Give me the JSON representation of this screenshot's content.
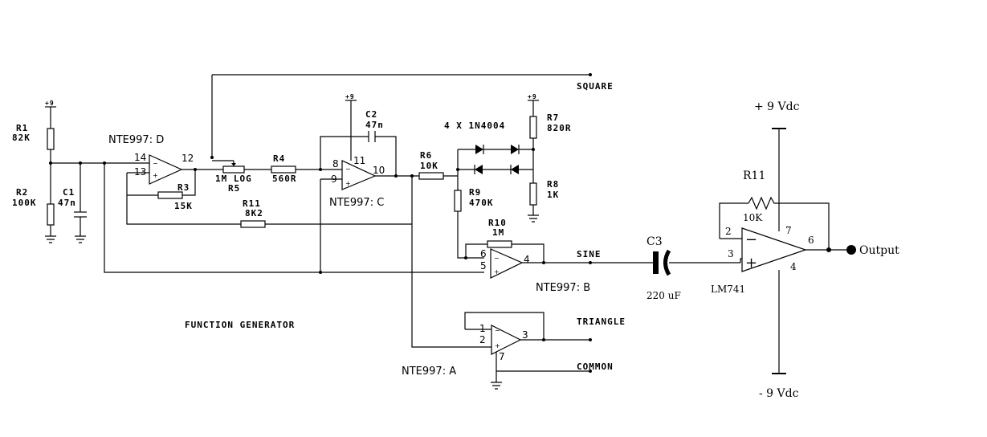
{
  "title": "FUNCTION GENERATOR",
  "outputs": {
    "square": "SQUARE",
    "sine": "SINE",
    "triangle": "TRIANGLE",
    "common": "COMMON"
  },
  "supplies": {
    "rail_small": "+9",
    "pos": "+ 9 Vdc",
    "neg": "- 9 Vdc",
    "output": "Output"
  },
  "opamps": {
    "d": {
      "name": "NTE997: D",
      "pins": [
        "14",
        "13",
        "12"
      ]
    },
    "c": {
      "name": "NTE997: C",
      "pins": [
        "8",
        "9",
        "11",
        "10"
      ]
    },
    "b": {
      "name": "NTE997: B",
      "pins": [
        "6",
        "5",
        "4"
      ]
    },
    "a": {
      "name": "NTE997: A",
      "pins": [
        "1",
        "2",
        "3",
        "7"
      ]
    },
    "lm741": {
      "name": "LM741",
      "pins": [
        "2",
        "3",
        "7",
        "6",
        "4"
      ]
    }
  },
  "components": {
    "r1": {
      "ref": "R1",
      "value": "82K"
    },
    "r2": {
      "ref": "R2",
      "value": "100K"
    },
    "c1": {
      "ref": "C1",
      "value": "47n"
    },
    "r3": {
      "ref": "R3",
      "value": "15K"
    },
    "r5": {
      "ref": "R5",
      "value": "1M LOG"
    },
    "r4": {
      "ref": "R4",
      "value": "560R"
    },
    "c2": {
      "ref": "C2",
      "value": "47n"
    },
    "r11": {
      "ref": "R11",
      "value": "8K2"
    },
    "r6": {
      "ref": "R6",
      "value": "10K"
    },
    "r9": {
      "ref": "R9",
      "value": "470K"
    },
    "diodes": {
      "label": "4 X 1N4004"
    },
    "r7": {
      "ref": "R7",
      "value": "820R"
    },
    "r8": {
      "ref": "R8",
      "value": "1K"
    },
    "r10": {
      "ref": "R10",
      "value": "1M"
    },
    "c3": {
      "ref": "C3",
      "value": "220 uF"
    },
    "r11b": {
      "ref": "R11",
      "value": "10K"
    }
  }
}
